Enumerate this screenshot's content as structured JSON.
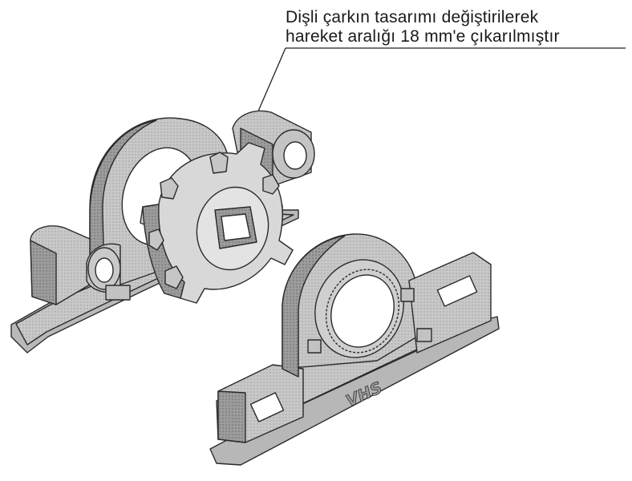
{
  "annotation": {
    "line1": "Dişli çarkın tasarımı değiştirilerek",
    "line2": "hareket aralığı 18 mm'e çıkarılmıştır"
  },
  "engraving": "VHS",
  "colors": {
    "ink": "#2a2a2a",
    "fill_light": "#d9d9d9",
    "fill_mid": "#b5b5b5",
    "fill_dark": "#8a8a8a",
    "background": "#ffffff"
  }
}
